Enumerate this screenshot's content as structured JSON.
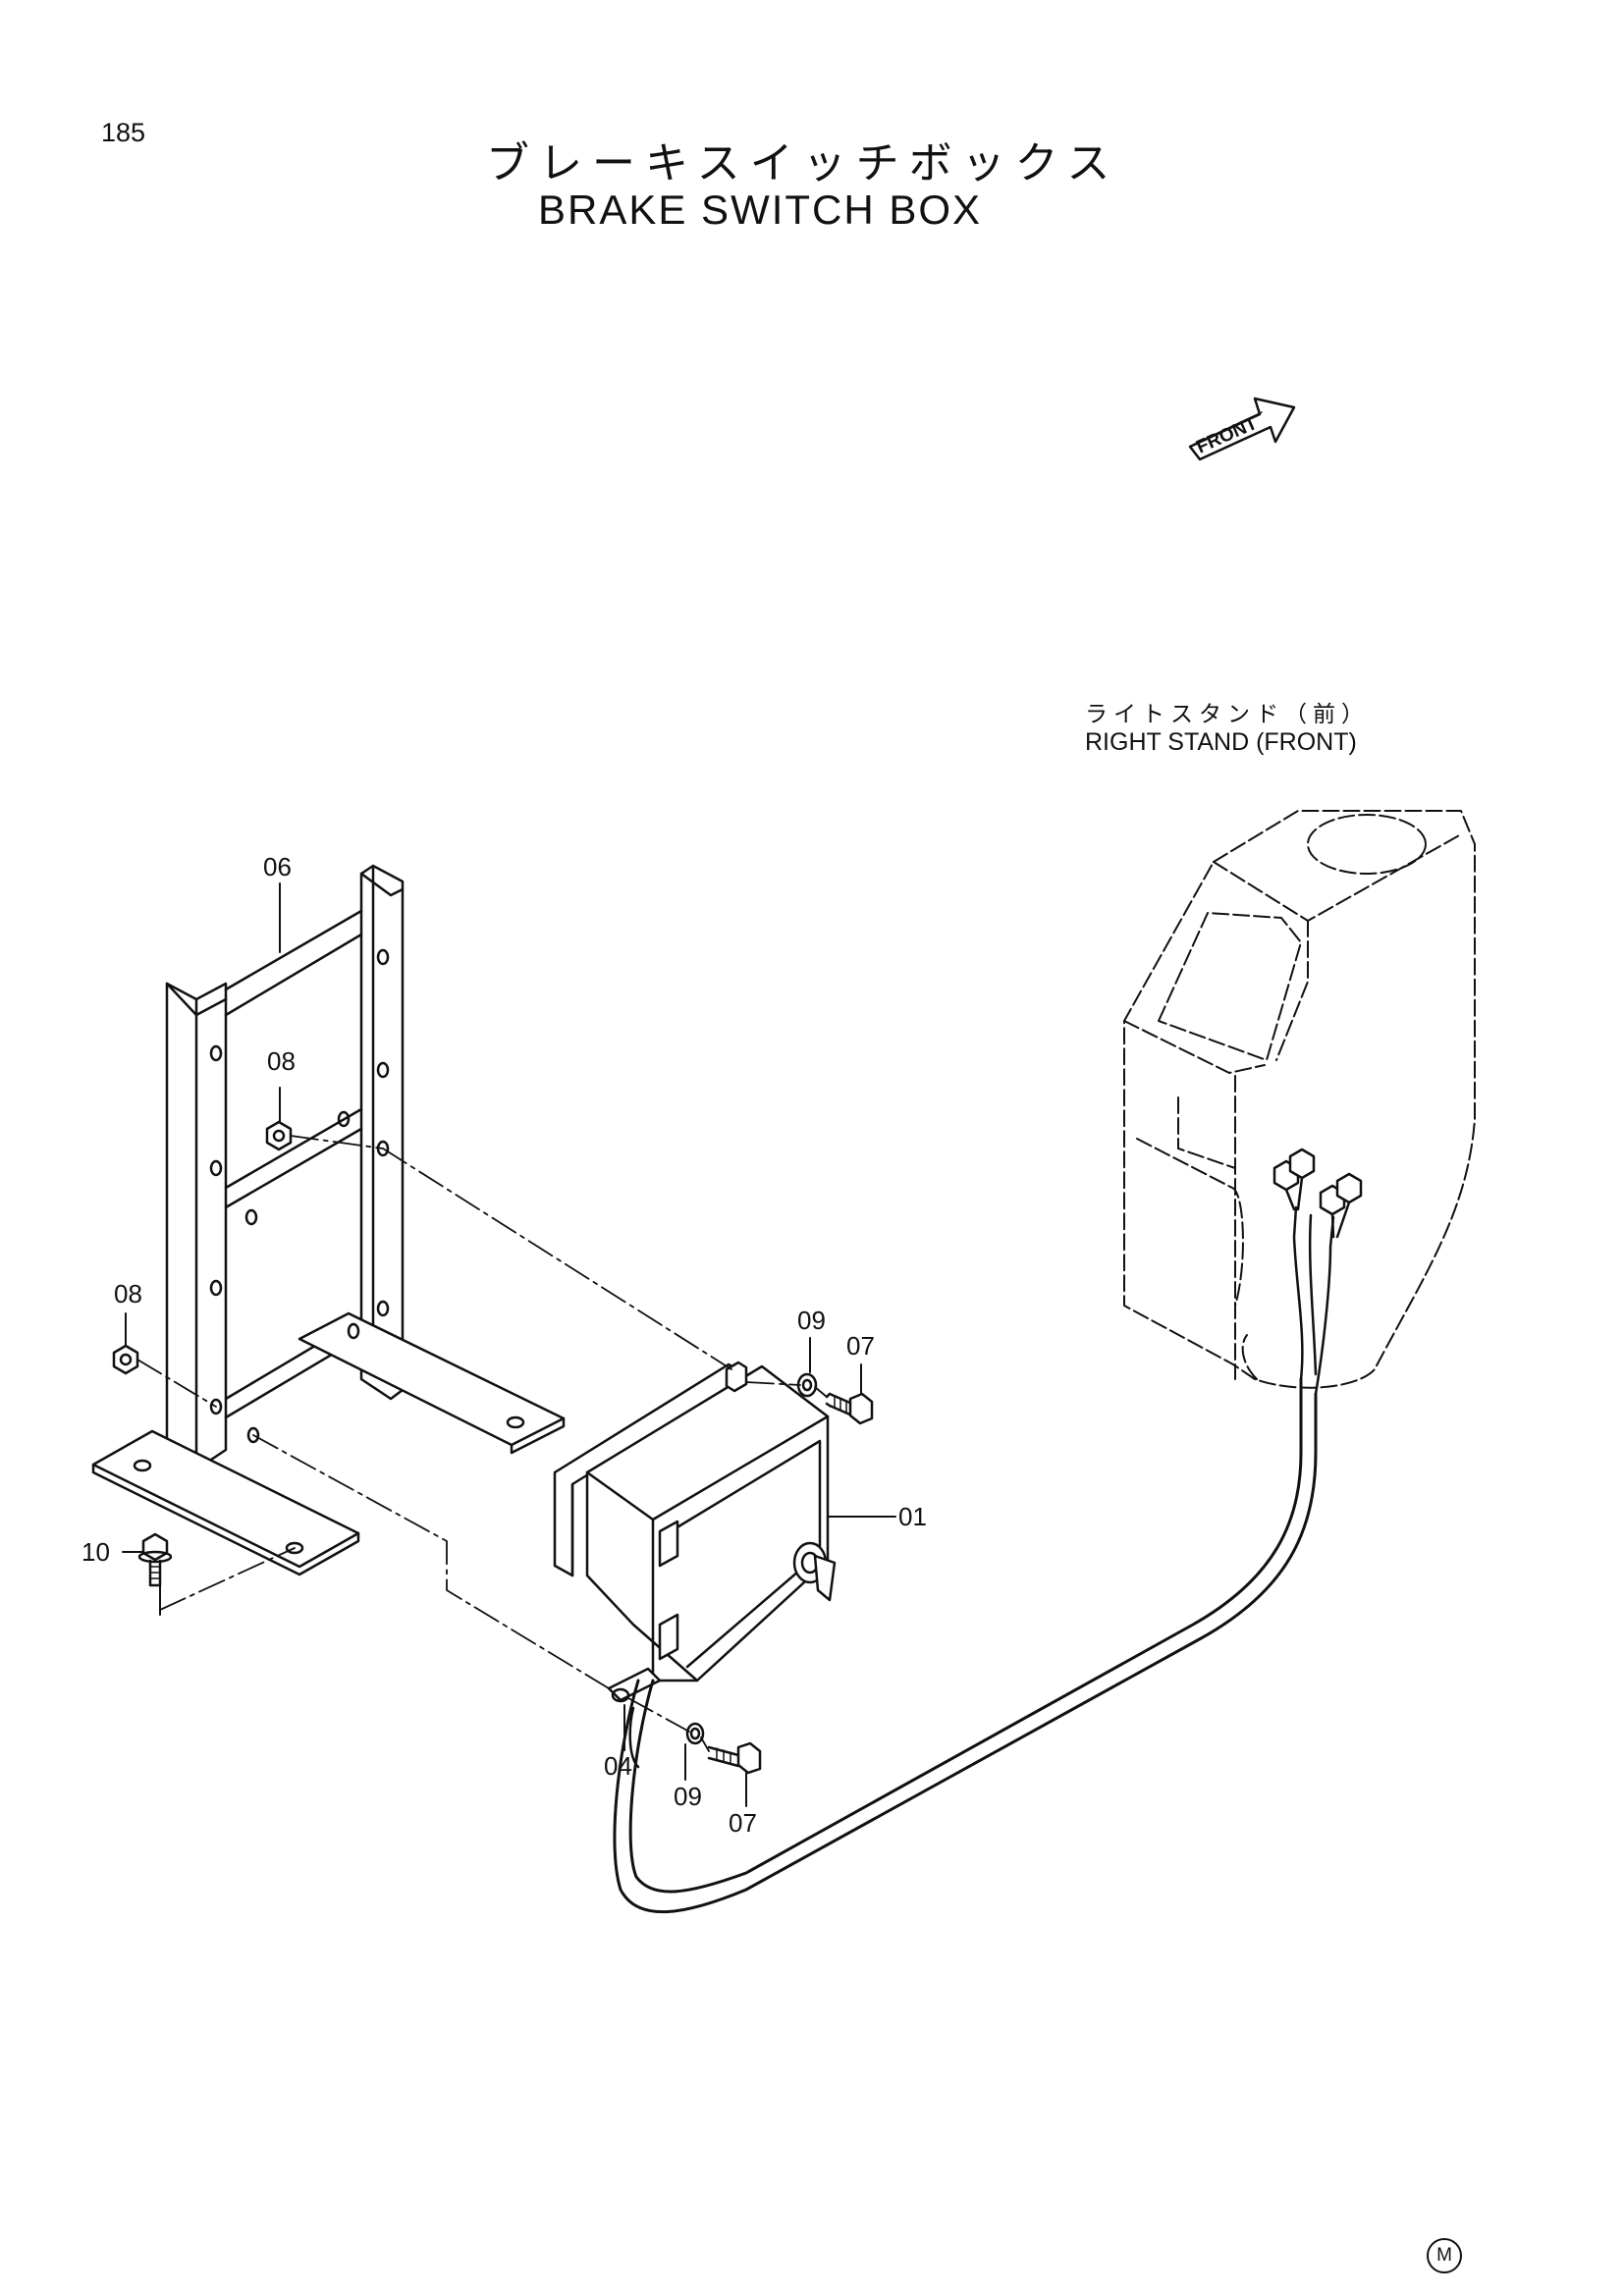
{
  "page": {
    "number": "185",
    "title_jp": "ブレーキスイッチボックス",
    "title_en": "BRAKE SWITCH BOX"
  },
  "direction_arrow": {
    "label": "FRONT"
  },
  "reference": {
    "label_jp": "ライトスタンド（前）",
    "label_en": "RIGHT STAND (FRONT)"
  },
  "callouts": {
    "c06": "06",
    "c08a": "08",
    "c08b": "08",
    "c09a": "09",
    "c07a": "07",
    "c01": "01",
    "c10": "10",
    "c04": "04",
    "c09b": "09",
    "c07b": "07"
  },
  "footer_mark": "M"
}
